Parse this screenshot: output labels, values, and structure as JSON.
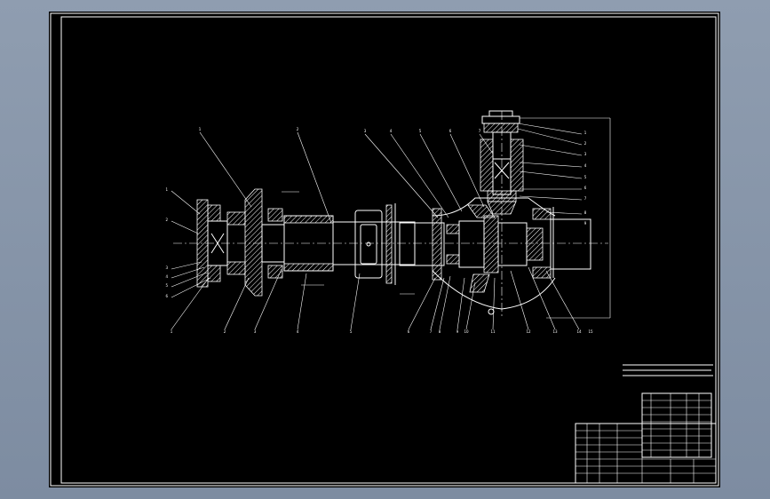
{
  "drawing": {
    "background": "#000000",
    "line_color": "#ffffff",
    "app_backdrop": "#8f9db0"
  },
  "balloons": {
    "top_row": [
      "1",
      "2",
      "3",
      "4",
      "5",
      "6",
      "7"
    ],
    "bottom_row": [
      "1",
      "2",
      "3",
      "4",
      "5",
      "6",
      "7",
      "8",
      "9",
      "10",
      "11",
      "12",
      "13",
      "14",
      "15"
    ],
    "right_column": [
      "1",
      "2",
      "3",
      "4",
      "5",
      "6",
      "7",
      "8",
      "9"
    ],
    "left_column": [
      "1",
      "2",
      "3",
      "4",
      "5",
      "6"
    ]
  }
}
